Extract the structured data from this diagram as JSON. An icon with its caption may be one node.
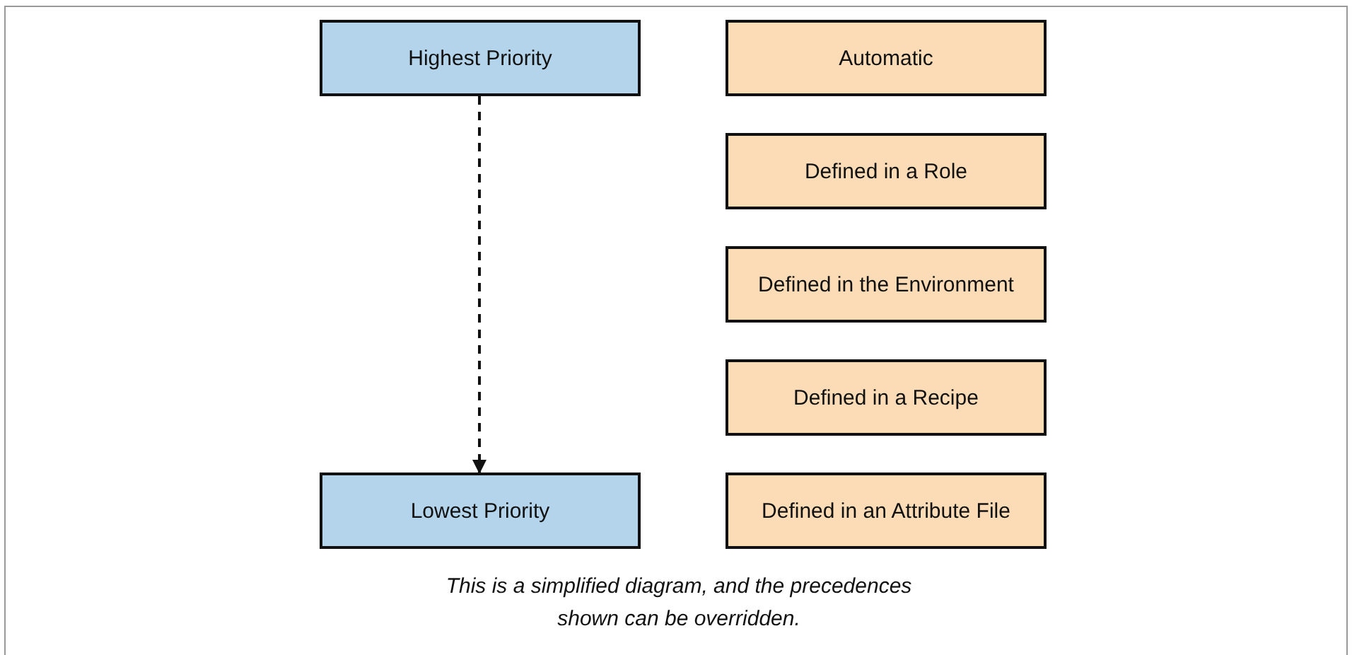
{
  "diagram": {
    "caption": "This is a simplified diagram, and the precedences shown can be overridden.",
    "nodes": [
      {
        "text": [
          "Highest Priority"
        ]
      },
      {
        "text": [
          "Automatic"
        ]
      },
      {
        "text": [
          "Defined in a Role"
        ]
      },
      {
        "text": [
          "Defined in the Environment"
        ]
      },
      {
        "text": [
          "Defined in a Recipe"
        ]
      },
      {
        "text": [
          "Lowest Priority"
        ]
      },
      {
        "text": [
          "Defined in an Attribute File"
        ]
      }
    ],
    "edges": [
      {
        "from": 0,
        "to": 5,
        "arrow": "to",
        "style": "dashed"
      }
    ]
  }
}
